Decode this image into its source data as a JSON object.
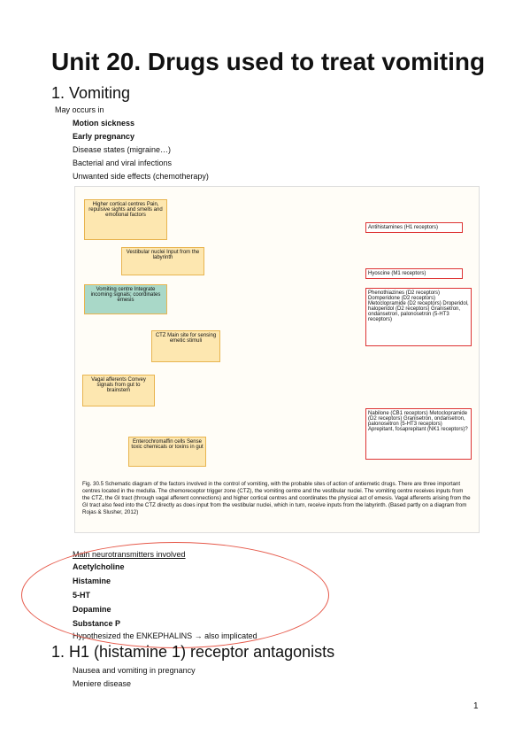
{
  "title": "Unit 20. Drugs used to treat vomiting",
  "s1": "1.   Vomiting",
  "occurs": "May occurs in",
  "causes": [
    "Motion sickness",
    "Early pregnancy",
    "Disease states (migraine…)",
    "Bacterial and viral infections",
    "Unwanted side effects (chemotherapy)"
  ],
  "figure": {
    "left": [
      "Higher cortical centres\nPain, repulsive sights and smells and emotional factors",
      "Vestibular nuclei\nInput from the labyrinth",
      "Vomiting centre\nIntegrate incoming signals; coordinates emesis",
      "CTZ\nMain site for sensing emetic stimuli",
      "Vagal afferents\nConvey signals from gut to brainstem",
      "Enterochromaffin cells\nSense toxic chemicals or toxins in gut"
    ],
    "right": [
      "Antihistamines (H1 receptors)",
      "Hyoscine (M1 receptors)",
      "Phenothiazines (D2 receptors)\nDomperidone (D2 receptors)\nMetoclopramide (D2 receptors)\nDroperidol, haloperidol (D2 receptors)\nGranisetron, ondansetron, palonosetron (5-HT3 receptors)",
      "Nabilone (CB1 receptors)\nMetoclopramide (D2 receptors)\nGranisetron, ondansetron, palonosetron (5-HT3 receptors)\nAprepitant, fosaprepitant (NK1 receptors)?"
    ],
    "caption": "Fig. 30.5  Schematic diagram of the factors involved in the control of vomiting, with the probable sites of action of antiemetic drugs. There are three important centres located in the medulla. The chemoreceptor trigger zone (CTZ), the vomiting centre and the vestibular nuclei. The vomiting centre receives inputs from the CTZ, the GI tract (through vagal afferent connections) and higher cortical centres and coordinates the physical act of emesis. Vagal afferents arising from the GI tract also feed into the CTZ directly as does input from the vestibular nuclei, which in turn, receive inputs from the labyrinth. (Based partly on a diagram from Rojas & Slusher, 2012)"
  },
  "neuro_title": "Main neurotransmitters involved",
  "neuro": [
    "Acetylcholine",
    "Histamine",
    "5-HT",
    "Dopamine",
    "Substance P"
  ],
  "hyp": "Hypothesized the ENKEPHALINS → also implicated",
  "s2": "1. H1 (histamine 1) receptor antagonists",
  "uses": [
    "Nausea and vomiting in pregnancy",
    "Meniere disease"
  ],
  "page": "1"
}
